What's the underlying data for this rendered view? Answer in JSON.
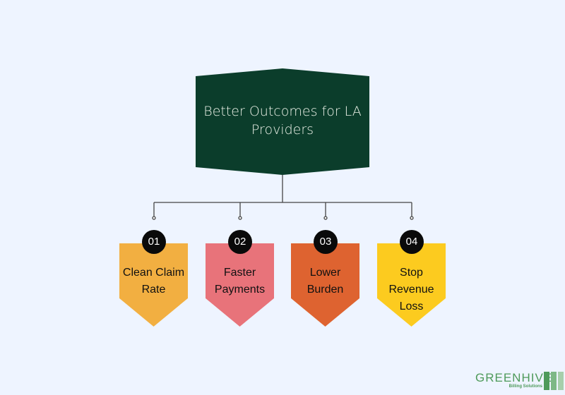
{
  "title": "Better Outcomes for LA Providers",
  "items": [
    {
      "number": "01",
      "label": "Clean Claim Rate",
      "color": "#F2AF41"
    },
    {
      "number": "02",
      "label": "Faster Payments",
      "color": "#E8737A"
    },
    {
      "number": "03",
      "label": "Lower Burden",
      "color": "#DE6330"
    },
    {
      "number": "04",
      "label": "Stop Revenue Loss",
      "color": "#FCCB1F"
    }
  ],
  "logo": {
    "name": "GREENHIVE",
    "tagline": "Billing Solutions"
  },
  "colors": {
    "header": "#0B3D2B",
    "background": "#EEF4FF"
  }
}
